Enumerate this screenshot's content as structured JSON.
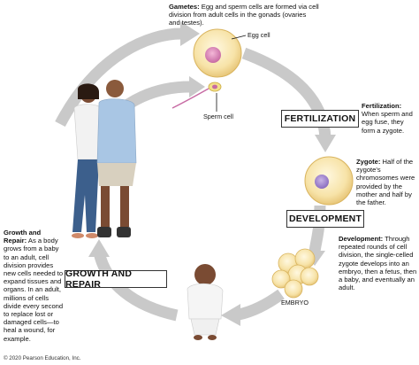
{
  "gametes": {
    "title": "Gametes:",
    "text": "Egg and sperm cells are formed via cell division from adult cells in the gonads (ovaries and testes)."
  },
  "labels": {
    "egg_cell": "Egg cell",
    "sperm_cell": "Sperm cell",
    "embryo": "EMBRYO"
  },
  "stages": {
    "fertilization": "FERTILIZATION",
    "development": "DEVELOPMENT",
    "growth_and_repair": "GROWTH AND REPAIR"
  },
  "fertilization": {
    "title": "Fertilization:",
    "text": "When sperm and egg fuse, they form a zygote."
  },
  "zygote": {
    "title": "Zygote:",
    "text": "Half of the zygote's chromosomes were provided by the mother and half by the father."
  },
  "development": {
    "title": "Development:",
    "text": "Through repeated rounds of cell division, the single-celled zygote develops into an embryo, then a fetus, then a baby, and eventually an adult."
  },
  "growth_repair": {
    "title": "Growth and Repair:",
    "text": "As a body grows from a baby to an adult, cell division provides new cells needed to expand tissues and organs. In an adult, millions of cells divide every second to replace lost or damaged cells—to heal a wound, for example."
  },
  "copyright": "© 2020 Pearson Education, Inc."
}
